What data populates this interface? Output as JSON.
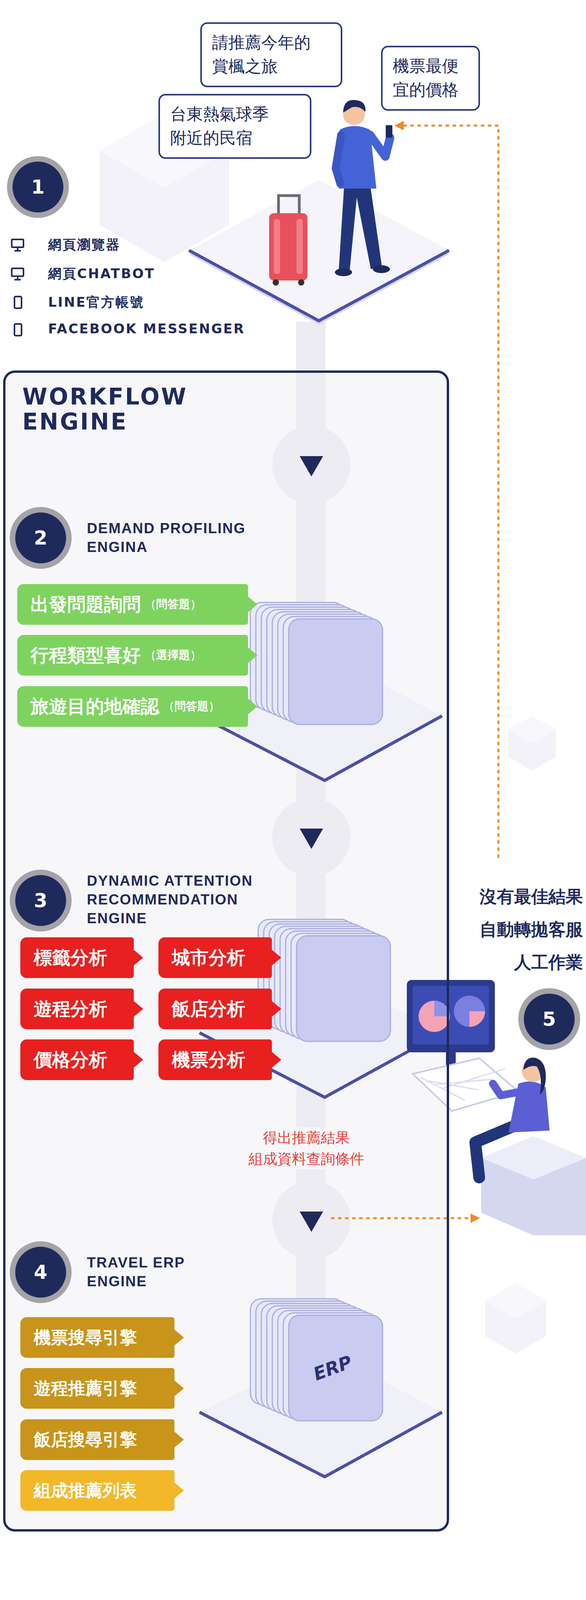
{
  "diagram": {
    "nodes": [
      {
        "text": [
          "請推薦今年的 賞楓之旅"
        ]
      },
      {
        "text": [
          "機票最便 宜的價格"
        ]
      },
      {
        "text": [
          "台東熱氣球季 附近的民宿"
        ]
      },
      {
        "text": [
          "1"
        ]
      },
      {
        "text": [
          "WORKFLOW ENGINE"
        ]
      },
      {
        "text": [
          "2"
        ],
        "in": 4
      },
      {
        "text": [
          "出發問題詢問",
          "（問答題）"
        ],
        "in": 4
      },
      {
        "text": [
          "行程類型喜好",
          "（選擇題）"
        ],
        "in": 4
      },
      {
        "text": [
          "旅遊目的地確認",
          "（問答題）"
        ],
        "in": 4
      },
      {
        "text": [
          "3"
        ],
        "in": 4
      },
      {
        "text": [
          "標籤分析"
        ],
        "in": 4
      },
      {
        "text": [
          "城市分析"
        ],
        "in": 4
      },
      {
        "text": [
          "遊程分析"
        ],
        "in": 4
      },
      {
        "text": [
          "飯店分析"
        ],
        "in": 4
      },
      {
        "text": [
          "價格分析"
        ],
        "in": 4
      },
      {
        "text": [
          "機票分析"
        ],
        "in": 4
      },
      {
        "text": [
          "4"
        ],
        "in": 4
      },
      {
        "text": [
          "機票搜尋引擎"
        ],
        "in": 4
      },
      {
        "text": [
          "遊程推薦引擎"
        ],
        "in": 4
      },
      {
        "text": [
          "飯店搜尋引擎"
        ],
        "in": 4
      },
      {
        "text": [
          "組成推薦列表"
        ],
        "in": 4
      },
      {
        "text": [
          "5"
        ]
      }
    ],
    "labels": [
      "網頁瀏覽器",
      "網頁CHATBOT",
      "LINE官方帳號",
      "FACEBOOK MESSENGER",
      "DEMAND PROFILING ENGINA",
      "DYNAMIC ATTENTION RECOMMENDATION ENGINE",
      "得出推薦結果 組成資料查詢條件",
      "TRAVEL ERP ENGINE",
      "ERP",
      "沒有最佳結果 自動轉拋客服 人工作業"
    ]
  }
}
